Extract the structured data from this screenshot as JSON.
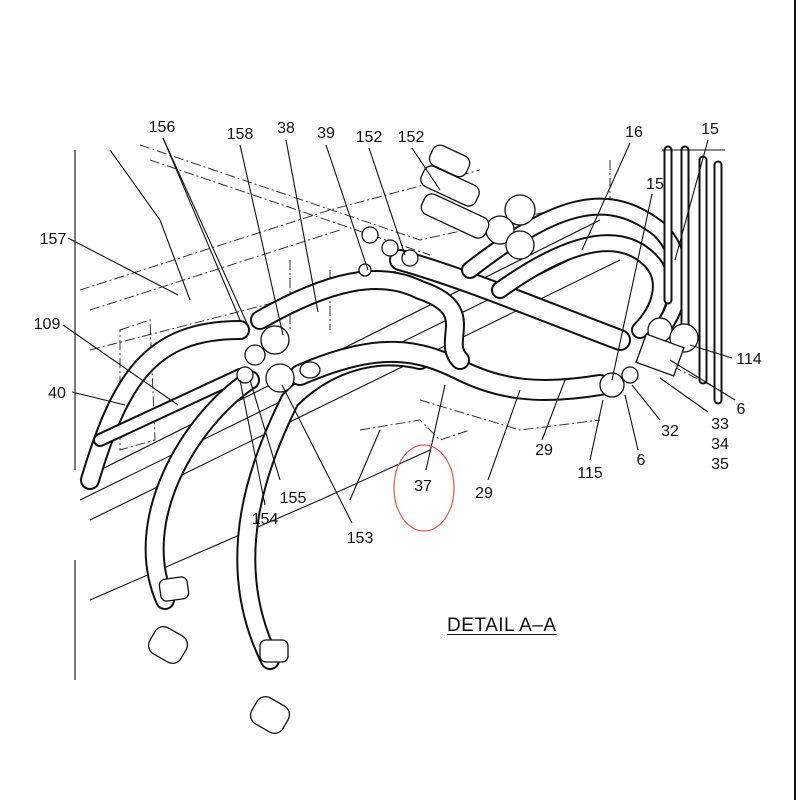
{
  "title": "DETAIL A–A",
  "callouts": {
    "c156": "156",
    "c158": "158",
    "c38": "38",
    "c39": "39",
    "c152a": "152",
    "c152b": "152",
    "c16": "16",
    "c15a": "15",
    "c15b": "15",
    "c157": "157",
    "c109": "109",
    "c40": "40",
    "c114": "114",
    "c6a": "6",
    "c33": "33",
    "c34": "34",
    "c35": "35",
    "c32": "32",
    "c6b": "6",
    "c115": "115",
    "c29a": "29",
    "c29b": "29",
    "c37": "37",
    "c153": "153",
    "c154": "154",
    "c155": "155"
  },
  "highlight_color": "#e05a5a"
}
